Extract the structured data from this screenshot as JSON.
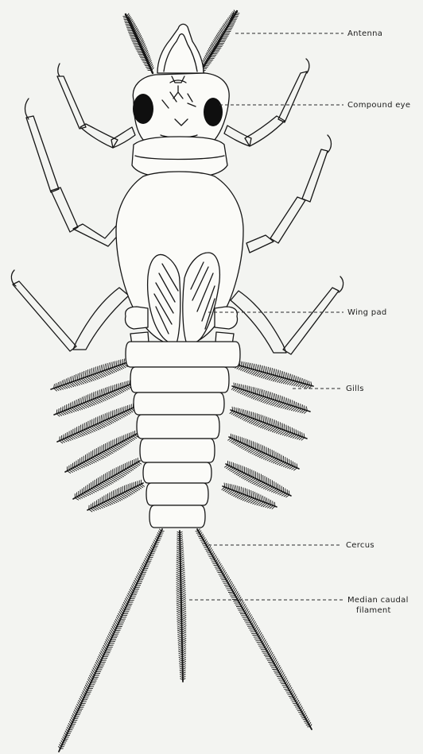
{
  "labels": {
    "antenna": "Antenna",
    "compound_eye": "Compound eye",
    "wing_pad": "Wing pad",
    "gills": "Gills",
    "cercus": "Cercus",
    "median_caudal_line1": "Median caudal",
    "median_caudal_line2": "filament"
  },
  "colors": {
    "ink": "#161616",
    "paper": "#f3f4f1"
  }
}
